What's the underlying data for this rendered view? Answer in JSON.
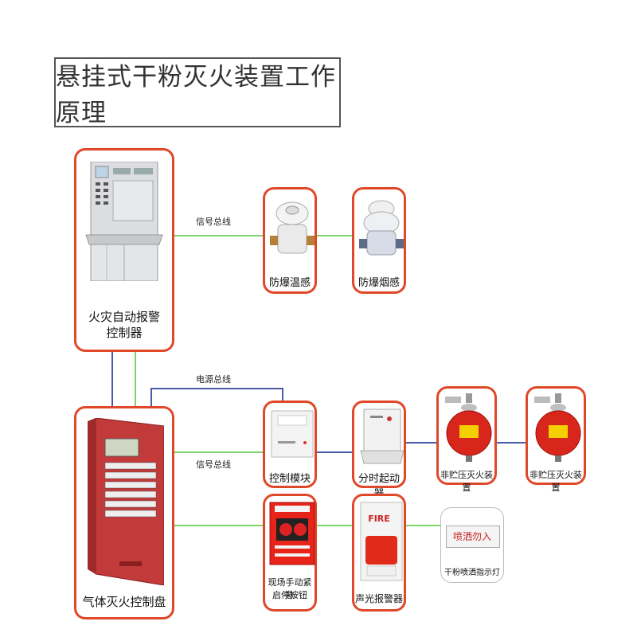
{
  "title": "悬挂式干粉灭火装置工作原理",
  "bus_labels": {
    "signal_bus_top": "信号总线",
    "power_bus": "电源总线",
    "signal_bus_bottom": "信号总线"
  },
  "nodes": {
    "fire_alarm_controller": {
      "line1": "火灾自动报警",
      "line2": "控制器"
    },
    "heat_detector": "防爆温感",
    "smoke_detector": "防爆烟感",
    "gas_extinguish_panel": "气体灭火控制盘",
    "control_module": "控制模块",
    "timed_starter": "分时起动器",
    "extinguisher_1": "非贮压灭火装置",
    "extinguisher_2": "非贮压灭火装置",
    "manual_button": {
      "line1": "现场手动紧急",
      "line2": "启停按钮"
    },
    "sound_light_alarm": "声光报警器",
    "spray_indicator": "干粉喷洒指示灯"
  },
  "device_text": {
    "alarm_fire": "FIRE",
    "indicator_sign": "喷洒勿入"
  },
  "colors": {
    "node_border": "#e0482a",
    "signal_wire": "#7ed36a",
    "power_wire": "#4a5aa8"
  }
}
